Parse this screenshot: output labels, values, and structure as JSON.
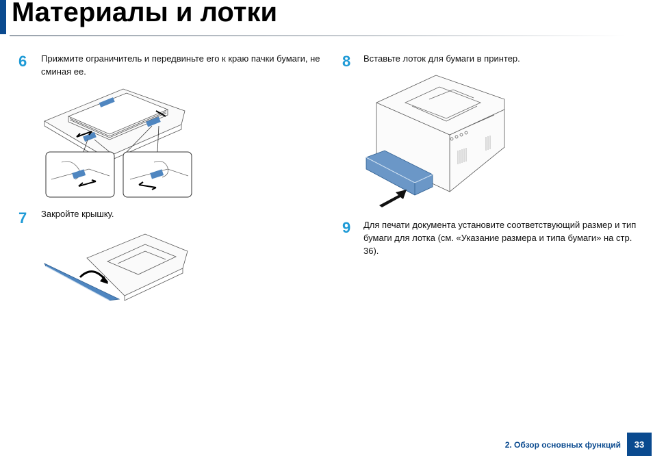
{
  "header": {
    "title": "Материалы и лотки"
  },
  "steps": [
    {
      "num": "6",
      "text": "Прижмите ограничитель и передвиньте его к краю пачки бумаги, не сминая ее."
    },
    {
      "num": "7",
      "text": "Закройте крышку."
    },
    {
      "num": "8",
      "text": "Вставьте лоток для бумаги в принтер."
    },
    {
      "num": "9",
      "text": "Для печати документа установите соответствующий размер и тип бумаги для лотка (см. «Указание размера и типа бумаги» на стр. 36)."
    }
  ],
  "footer": {
    "chapter": "2. Обзор основных функций",
    "page": "33"
  },
  "colors": {
    "accent": "#0a4a8f",
    "step_number": "#1e9ad6",
    "part_blue": "#4f86c0"
  }
}
